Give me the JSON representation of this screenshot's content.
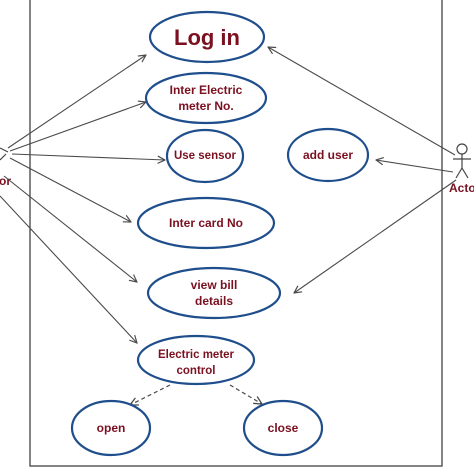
{
  "colors": {
    "ellipse_stroke": "#1f4e8c",
    "text": "#7a1020",
    "line": "#4a4a4a",
    "boundary": "#333333"
  },
  "actors": {
    "left_label": "or",
    "right_label": "Acto"
  },
  "use_cases": {
    "login": "Log in",
    "inter_meter_line1": "Inter Electric",
    "inter_meter_line2": "meter No.",
    "use_sensor": "Use sensor",
    "add_user": "add user",
    "inter_card": "Inter card No",
    "view_bill_line1": "view bill",
    "view_bill_line2": "details",
    "meter_control_line1": "Electric meter",
    "meter_control_line2": "control",
    "open": "open",
    "close": "close"
  }
}
